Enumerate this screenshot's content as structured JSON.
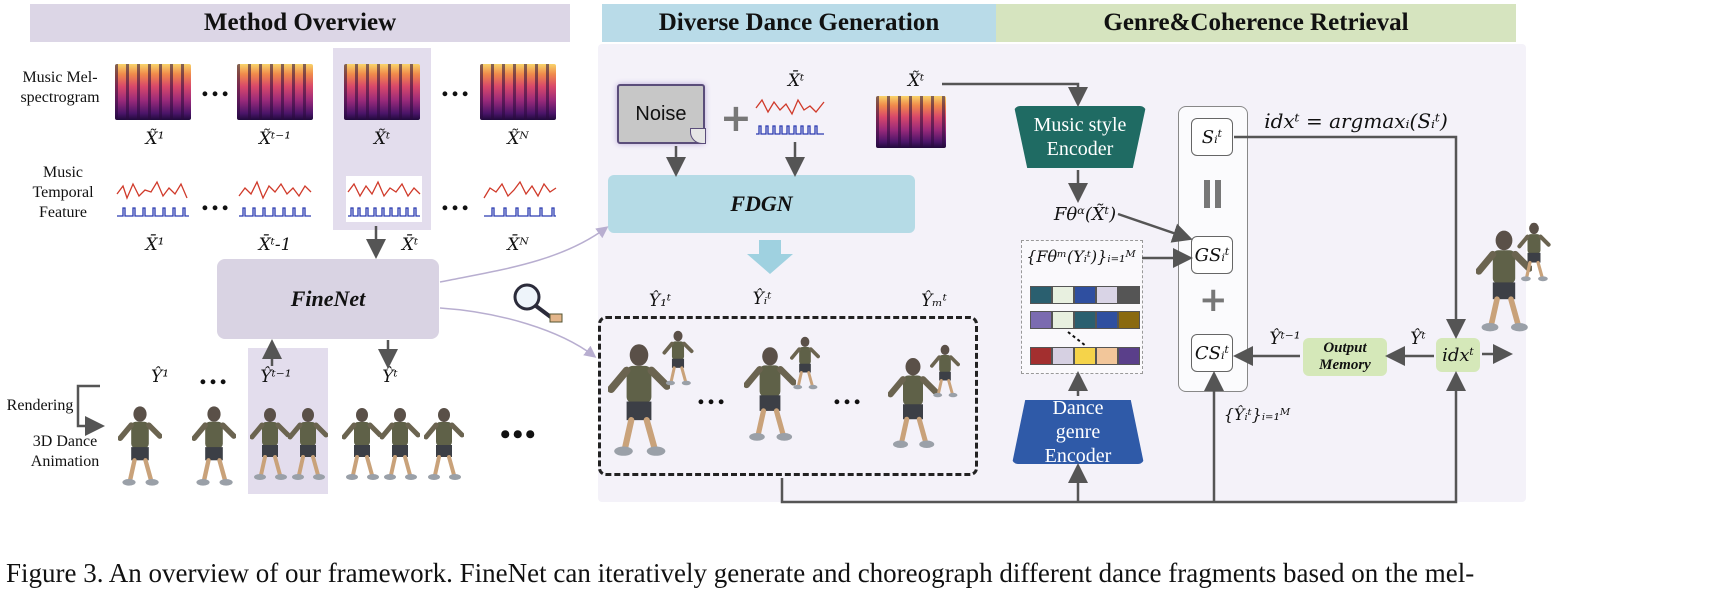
{
  "headers": {
    "method_overview": "Method Overview",
    "diverse_dance": "Diverse Dance Generation",
    "genre_retrieval": "Genre&Coherence Retrieval"
  },
  "left": {
    "mel_label": "Music Mel-spectrogram",
    "temporal_label": "Music Temporal Feature",
    "rendering_label": "Rendering",
    "animation_label": "3D Dance Animation",
    "mel_captions": [
      "X̃¹",
      "X̃ᵗ⁻¹",
      "X̃ᵗ",
      "X̃ᴺ"
    ],
    "temporal_captions": [
      "X̄¹",
      "X̄ᵗ-1",
      "X̄ᴺ"
    ],
    "xbar_t": "X̄ᵗ",
    "finenet": "FineNet",
    "y_labels": [
      "Ŷ¹",
      "Ŷᵗ⁻¹",
      "Ŷᵗ"
    ],
    "ellipsis": "…",
    "big_ellipsis": "•••"
  },
  "middle": {
    "noise": "Noise",
    "xbar_t": "X̄ᵗ",
    "xtilde_t": "X̃ᵗ",
    "fdgn": "FDGN",
    "y_labels": [
      "Ŷ₁ᵗ",
      "Ŷᵢᵗ",
      "Ŷₘᵗ"
    ],
    "ellipsis": "…"
  },
  "right": {
    "music_encoder": "Music style Encoder",
    "dance_encoder": "Dance genre Encoder",
    "f_alpha": "F𝜃ᵅ(X̃ᵗ)",
    "f_m_set": "{F𝜃ᵐ(Yᵢᵗ)}ᵢ₌₁ᴹ",
    "s_it": "Sᵢᵗ",
    "gs_it": "GSᵢᵗ",
    "cs_it": "CSᵢᵗ",
    "pause": "||",
    "plus": "+",
    "idx_formula": "idxᵗ = argmaxᵢ(Sᵢᵗ)",
    "idx": "idxᵗ",
    "y_prev": "Ŷᵗ⁻¹",
    "y_t": "Ŷᵗ",
    "output_memory": "Output Memory",
    "y_set": "{Ŷᵢᵗ}ᵢ₌₁ᴹ"
  },
  "caption": "Figure 3. An overview of our framework. FineNet can iteratively generate and choreograph different dance fragments based on the mel-",
  "colors": {
    "method_banner": "#dcd6e6",
    "diverse_banner": "#b9dbe8",
    "genre_banner": "#d6e4bf",
    "finenet_box": "#d9d3e3",
    "fdgn_box": "#b5dbe6",
    "music_encoder": "#1f6b63",
    "dance_encoder": "#2f5aa8",
    "memory_box": "#d5e8b9",
    "panel_bg": "#f3f1f8"
  }
}
